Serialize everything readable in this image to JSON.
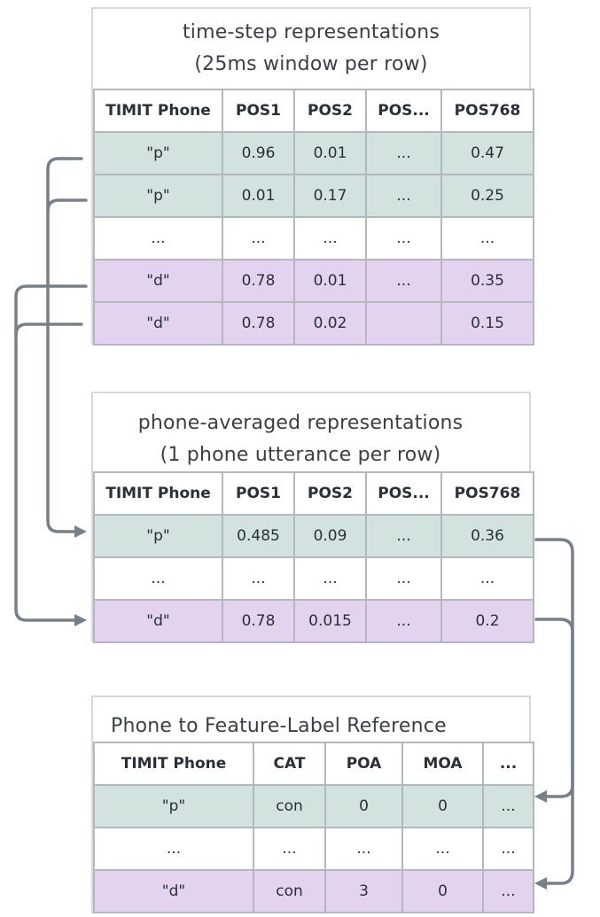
{
  "panel1": {
    "title_line1": "time-step representations",
    "title_line2": "(25ms window per row)",
    "headers": [
      "TIMIT Phone",
      "POS1",
      "POS2",
      "POS...",
      "POS768"
    ],
    "rows": [
      {
        "cells": [
          "\"p\"",
          "0.96",
          "0.01",
          "...",
          "0.47"
        ],
        "color": "green"
      },
      {
        "cells": [
          "\"p\"",
          "0.01",
          "0.17",
          "...",
          "0.25"
        ],
        "color": "green"
      },
      {
        "cells": [
          "...",
          "...",
          "...",
          "...",
          "..."
        ],
        "color": "white"
      },
      {
        "cells": [
          "\"d\"",
          "0.78",
          "0.01",
          "...",
          "0.35"
        ],
        "color": "purple"
      },
      {
        "cells": [
          "\"d\"",
          "0.78",
          "0.02",
          "",
          "0.15"
        ],
        "color": "purple"
      }
    ]
  },
  "panel2": {
    "title_line1": "phone-averaged representations",
    "title_line2": "(1 phone utterance per row)",
    "headers": [
      "TIMIT Phone",
      "POS1",
      "POS2",
      "POS...",
      "POS768"
    ],
    "rows": [
      {
        "cells": [
          "\"p\"",
          "0.485",
          "0.09",
          "...",
          "0.36"
        ],
        "color": "green"
      },
      {
        "cells": [
          "...",
          "...",
          "...",
          "...",
          "..."
        ],
        "color": "white"
      },
      {
        "cells": [
          "\"d\"",
          "0.78",
          "0.015",
          "...",
          "0.2"
        ],
        "color": "purple"
      }
    ]
  },
  "panel3": {
    "title": "Phone to Feature-Label Reference",
    "headers": [
      "TIMIT Phone",
      "CAT",
      "POA",
      "MOA",
      "..."
    ],
    "rows": [
      {
        "cells": [
          "\"p\"",
          "con",
          "0",
          "0",
          "..."
        ],
        "color": "green"
      },
      {
        "cells": [
          "...",
          "...",
          "...",
          "...",
          "..."
        ],
        "color": "white"
      },
      {
        "cells": [
          "\"d\"",
          "con",
          "3",
          "0",
          "..."
        ],
        "color": "purple"
      }
    ]
  },
  "colors": {
    "green_row": "#d1e2df",
    "purple_row": "#e3d3ef",
    "arrow": "#76808b",
    "grid_line": "#b3b8be"
  }
}
